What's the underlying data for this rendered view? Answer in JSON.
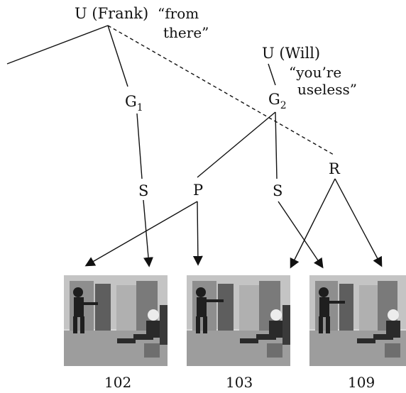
{
  "nodes": {
    "u_frank": "U (Frank)",
    "quote_frank_line1": "“from",
    "quote_frank_line2": "there”",
    "g1": "G",
    "g1_sub": "1",
    "u_will": "U (Will)",
    "quote_will_line1": "“you’re",
    "quote_will_line2": "useless”",
    "g2": "G",
    "g2_sub": "2",
    "s1": "S",
    "p": "P",
    "s2": "S",
    "r": "R"
  },
  "frames": [
    {
      "label": "102"
    },
    {
      "label": "103"
    },
    {
      "label": "109"
    }
  ],
  "colors": {
    "line": "#111111",
    "text": "#111111",
    "background": "#ffffff"
  }
}
